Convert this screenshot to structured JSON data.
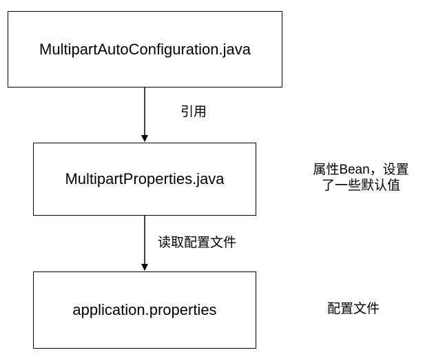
{
  "diagram": {
    "nodes": [
      {
        "id": "n1",
        "label": "MultipartAutoConfiguration.java"
      },
      {
        "id": "n2",
        "label": "MultipartProperties.java"
      },
      {
        "id": "n3",
        "label": "application.properties"
      }
    ],
    "edges": [
      {
        "from": "n1",
        "to": "n2",
        "label": "引用"
      },
      {
        "from": "n2",
        "to": "n3",
        "label": "读取配置文件"
      }
    ],
    "annotations": {
      "properties_note_line1": "属性Bean，设置",
      "properties_note_line2": "了一些默认值",
      "config_note": "配置文件"
    },
    "colors": {
      "stroke": "#000000",
      "background": "#ffffff",
      "text": "#000000"
    }
  }
}
